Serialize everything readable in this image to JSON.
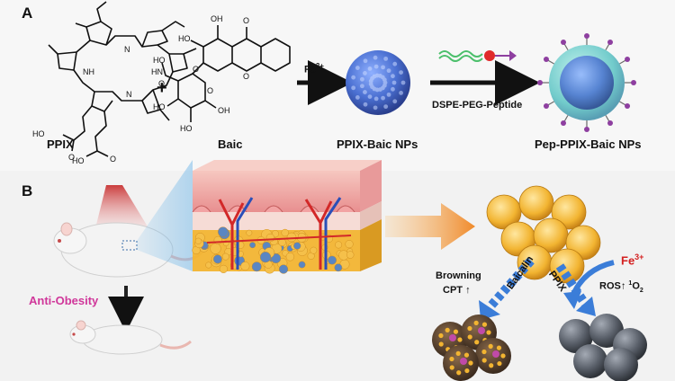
{
  "panel_a": {
    "letter": "A",
    "ppix": {
      "label": "PPIX",
      "atoms": {
        "nh": "NH",
        "n1": "N",
        "n2": "N",
        "hn": "HN",
        "ho1": "HO",
        "o1": "O",
        "o2": "O",
        "ho2": "HO"
      }
    },
    "plus": "+",
    "baic": {
      "label": "Baic",
      "atoms": {
        "oh1": "OH",
        "ho1": "HO",
        "o_keto": "O",
        "o_ring": "O",
        "ho2": "HO",
        "o_acid": "O",
        "o_link": "O",
        "o_sugar": "O",
        "oh2": "OH",
        "ho3": "HO",
        "ho4": "HO"
      }
    },
    "fe_arrow": {
      "text": "Fe",
      "sup": "3+"
    },
    "nps_label": "PPIX-Baic NPs",
    "peg_arrow_label": "DSPE-PEG-Peptide",
    "pep_nps_label": "Pep-PPIX-Baic NPs"
  },
  "panel_b": {
    "letter": "B",
    "anti_obesity": "Anti-Obesity",
    "fe3": {
      "text": "Fe",
      "sup": "3+"
    },
    "browning": "Browning",
    "cpt": "CPT",
    "up_arrow": "↑",
    "baicalin": "Baicalin",
    "ppix": "PPIX",
    "ros": "ROS",
    "singlet": {
      "sup": "1",
      "text": "O",
      "sub": "2"
    }
  },
  "colors": {
    "nanoparticle": "#4a6fd1",
    "shell": "#5bc4c4",
    "peptide": "#8e3fa0",
    "fat_cell": "#f2b431",
    "arrow_blue": "#3b7dd8",
    "arrow_orange": "#f08a2a",
    "anti_obesity": "#d0379a",
    "fe_red": "#d42020"
  }
}
